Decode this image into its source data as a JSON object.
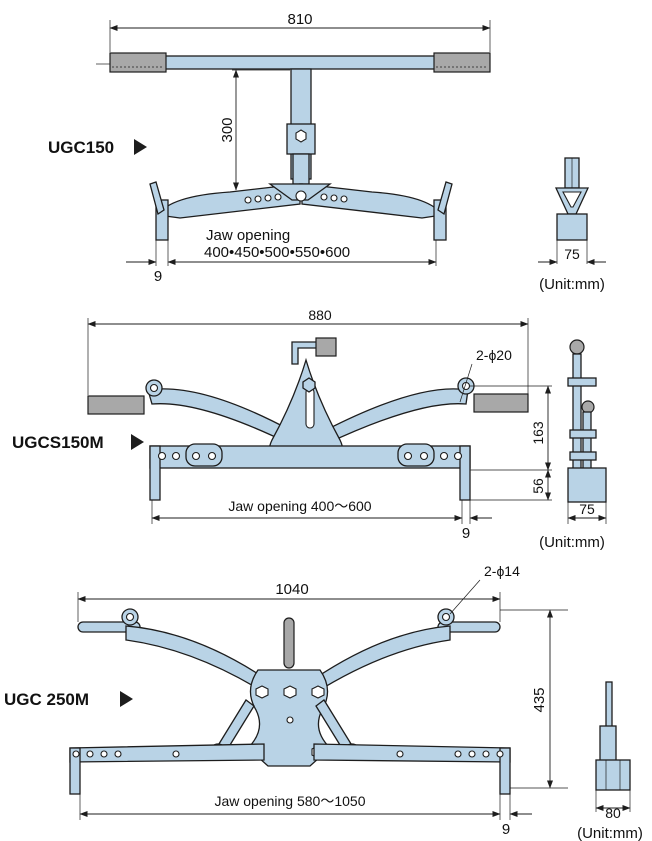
{
  "models": [
    {
      "name": "UGC150",
      "dims": {
        "overall_width": "810",
        "height": "300",
        "jaw_offset": "9",
        "jaw_opening_label": "Jaw opening",
        "jaw_opening_values": "400•450•500•550•600",
        "side_width": "75",
        "unit": "(Unit:mm)"
      }
    },
    {
      "name": "UGCS150M",
      "dims": {
        "overall_width": "880",
        "hole_spec": "2-ϕ20",
        "height_upper": "163",
        "height_lower": "56",
        "jaw_opening": "Jaw opening 400～600",
        "jaw_offset": "9",
        "side_width": "75",
        "unit": "(Unit:mm)"
      }
    },
    {
      "name": "UGC 250M",
      "dims": {
        "overall_width": "1040",
        "hole_spec": "2-ϕ14",
        "height": "435",
        "jaw_opening": "Jaw opening 580～1050",
        "jaw_offset": "9",
        "side_width": "80",
        "unit": "(Unit:mm)"
      }
    }
  ],
  "colors": {
    "part_fill": "#b9d3e6",
    "grip_fill": "#a8a8a8",
    "line": "#1d1d1d"
  }
}
